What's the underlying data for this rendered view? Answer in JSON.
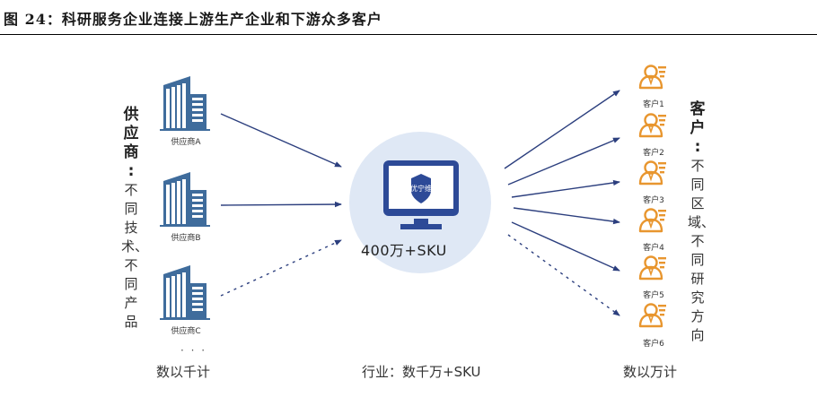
{
  "title": "图 24：科研服务企业连接上游生产企业和下游众多客户",
  "center": {
    "brand": "优宁维",
    "sku": "400万+SKU"
  },
  "suppliers": {
    "label_main": "供应商",
    "label_colon": ":",
    "label_desc": "不同技术、不同产品",
    "items": [
      "供应商A",
      "供应商B",
      "供应商C"
    ],
    "more": "· · ·",
    "footer": "数以千计"
  },
  "customers": {
    "label_main": "客户",
    "label_colon": ":",
    "label_desc": "不同区域、不同研究方向",
    "items": [
      "客户1",
      "客户2",
      "客户3",
      "客户4",
      "客户5",
      "客户6"
    ],
    "footer": "数以万计"
  },
  "industry_footer": "行业：数千万+SKU",
  "colors": {
    "building": "#3f6c9c",
    "arrow": "#2c3f7e",
    "circle": "#dfe8f5",
    "monitor": "#2d4a97",
    "customer": "#e8962f"
  }
}
